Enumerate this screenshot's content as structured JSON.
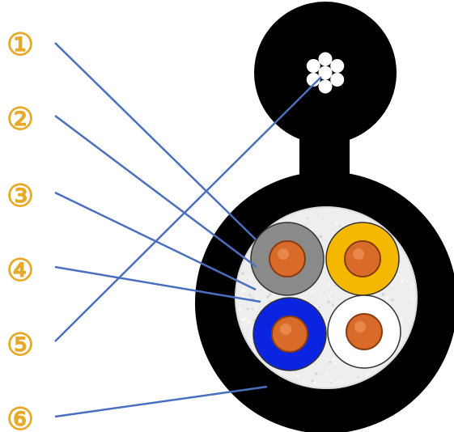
{
  "colors": {
    "label": "#e8a928",
    "leader": "#4a6fbf",
    "jacket": "#000000",
    "filler": "#eeeeee",
    "copper": "#d96b2a",
    "copper_edge": "#8a3c10",
    "strand": "#ffffff"
  },
  "callouts": [
    {
      "label": "①",
      "target": "gray-conductor"
    },
    {
      "label": "②",
      "target": "insulation"
    },
    {
      "label": "③",
      "target": "filler"
    },
    {
      "label": "④",
      "target": "filler"
    },
    {
      "label": "⑤",
      "target": "messenger-wire"
    },
    {
      "label": "⑥",
      "target": "outer-jacket"
    }
  ],
  "conductors": [
    {
      "name": "gray",
      "insulation_color": "#8a8a8a"
    },
    {
      "name": "yellow",
      "insulation_color": "#f5b800"
    },
    {
      "name": "blue",
      "insulation_color": "#0a24e0"
    },
    {
      "name": "white",
      "insulation_color": "#ffffff"
    }
  ],
  "messenger": {
    "strand_count": 7
  }
}
